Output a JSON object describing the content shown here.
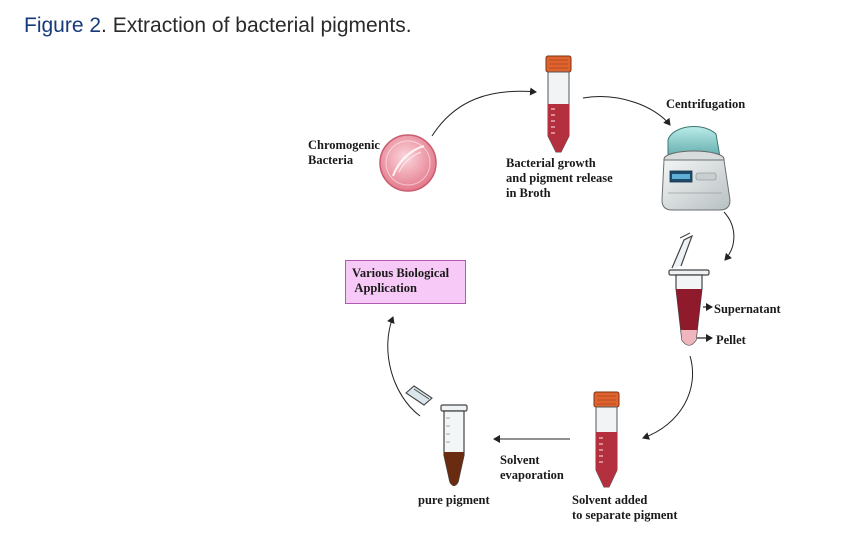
{
  "caption": {
    "figure_label": "Figure 2",
    "text": ". Extraction of bacterial pigments."
  },
  "labels": {
    "chromogenic_line1": "Chromogenic",
    "chromogenic_line2": "Bacteria",
    "growth_line1": "Bacterial growth",
    "growth_line2": "and pigment release",
    "growth_line3": "in  Broth",
    "centrifugation": "Centrifugation",
    "supernatant": "Supernatant",
    "pellet": "Pellet",
    "solvent_added_line1": "Solvent added",
    "solvent_added_line2": "to separate pigment",
    "evaporation_line1": "Solvent",
    "evaporation_line2": "evaporation",
    "pure_pigment": "pure pigment",
    "application_line1": "Various Biological",
    "application_line2": " Application"
  },
  "colors": {
    "broth_red": "#b4303f",
    "supernatant_red": "#8e1a2c",
    "pellet_pink": "#f0b6be",
    "pigment_brown": "#6a2c10",
    "cap_orange": "#e0622c",
    "box_fill": "#f6c9f6",
    "box_border": "#b05ab0"
  }
}
